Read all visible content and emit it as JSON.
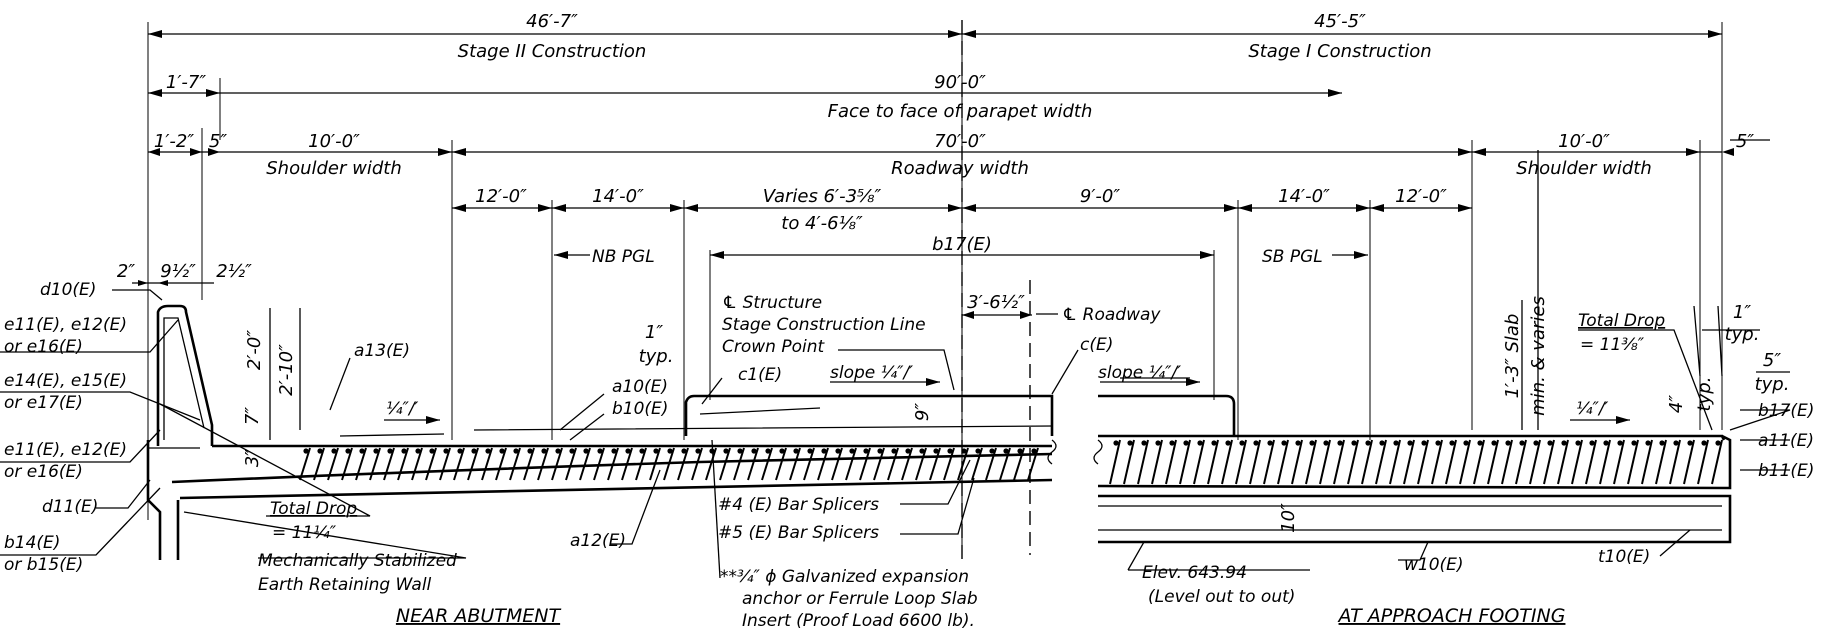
{
  "dimensions": {
    "stage2_total": "46′-7″",
    "stage2_label": "Stage II Construction",
    "stage1_total": "45′-5″",
    "stage1_label": "Stage I Construction",
    "parapet_offset": "1′-7″",
    "face_width": "90′-0″",
    "face_label": "Face to face of parapet width",
    "left_edge": "1′-2″",
    "left_gap": "5″",
    "shoulder_left": "10′-0″",
    "shoulder_left_label": "Shoulder width",
    "roadway": "70′-0″",
    "roadway_label": "Roadway width",
    "shoulder_right": "10′-0″",
    "shoulder_right_label": "Shoulder width",
    "right_gap": "5″",
    "lane_a": "12′-0″",
    "lane_b": "14′-0″",
    "lane_varies_1": "Varies 6′-3⅝″",
    "lane_varies_2": "to 4′-6⅛″",
    "lane_c": "9′-0″",
    "lane_d": "14′-0″",
    "lane_e": "12′-0″",
    "b17_span": "b17(E)",
    "parapet_2in": "2″",
    "parapet_9half": "9½″",
    "parapet_2half": "2½″",
    "parapet_2ft": "2′-0″",
    "parapet_2ft10": "2′-10″",
    "parapet_7in": "7″",
    "parapet_3in": "3″",
    "cl_offset": "3′-6½″",
    "one_in_typ_a": "1″",
    "typ_a": "typ.",
    "one_in_typ_b": "1″",
    "typ_b": "typ.",
    "five_in_typ": "5″",
    "typ_c": "typ.",
    "four_in_typ": "4″",
    "typ_d": "typ.",
    "slab_1": "1′-3″ Slab",
    "slab_2": "min. & varies",
    "ten_in": "10″",
    "nine_in": "9″"
  },
  "labels": {
    "d10": "d10(E)",
    "e11_a": "e11(E), e12(E)",
    "or_e16_a": "or e16(E)",
    "e14": "e14(E), e15(E)",
    "or_e17": "or e17(E)",
    "e11_b": "e11(E), e12(E)",
    "or_e16_b": "or e16(E)",
    "d11": "d11(E)",
    "b14": "b14(E)",
    "or_b15": "or b15(E)",
    "a13": "a13(E)",
    "slope_left": "¼″/′",
    "total_drop_left": "Total Drop",
    "total_drop_left_val": "= 11¼″",
    "mse_1": "Mechanically Stabilized",
    "mse_2": "Earth Retaining Wall",
    "nb_pgl": "NB PGL",
    "a10": "a10(E)",
    "b10": "b10(E)",
    "a12": "a12(E)",
    "cl_structure": "℄ Structure",
    "stage_line": "Stage Construction Line",
    "crown_point": "Crown Point",
    "c1": "c1(E)",
    "slope_mid": "slope ¼″/′",
    "cl_roadway": "℄ Roadway",
    "cE": "c(E)",
    "splicer4": "#4 (E) Bar Splicers",
    "splicer5": "#5 (E) Bar Splicers",
    "anchor_1": "**¾″ ϕ Galvanized expansion",
    "anchor_2": "anchor or Ferrule Loop Slab",
    "anchor_3": "Insert (Proof Load 6600 lb).",
    "slope_right": "slope ¼″/′",
    "sb_pgl": "SB PGL",
    "total_drop_right": "Total Drop",
    "total_drop_right_val": "= 11⅜″",
    "slope_far": "¼″/′",
    "b17_right": "b17(E)",
    "a11": "a11(E)",
    "b11": "b11(E)",
    "elev": "Elev. 643.94",
    "level": "(Level out to out)",
    "w10": "w10(E)",
    "t10": "t10(E)"
  },
  "titles": {
    "near_abutment": "NEAR ABUTMENT",
    "approach_footing": "AT APPROACH FOOTING"
  }
}
